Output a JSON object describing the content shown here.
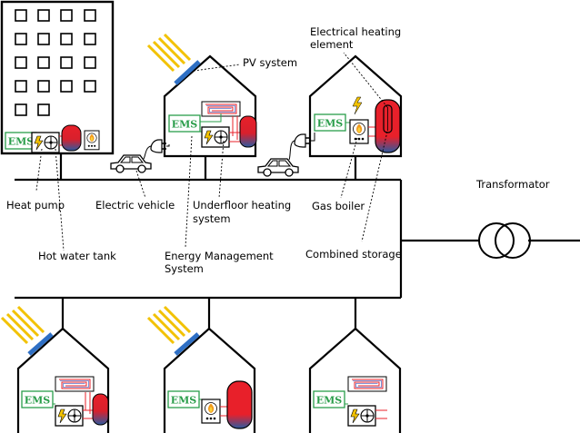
{
  "labels": {
    "pv_system": "PV system",
    "electrical_heating_element_1": "Electrical heating",
    "electrical_heating_element_2": "element",
    "heat_pump": "Heat pump",
    "electric_vehicle": "Electric vehicle",
    "underfloor_1": "Underfloor heating",
    "underfloor_2": "system",
    "gas_boiler": "Gas boiler",
    "transformator": "Transformator",
    "hot_water_tank": "Hot water tank",
    "ems_1": "Energy Management",
    "ems_2": "System",
    "combined_storage": "Combined storage"
  },
  "ems_badge": "EMS",
  "colors": {
    "ems_green": "#2a9d4a",
    "tank_red": "#e8202a",
    "tank_blue": "#2c5aa0",
    "pv_blue": "#2e6fc4",
    "sun_yellow": "#f2c200",
    "boiler_orange": "#f29a1c",
    "pipe_red": "#e8202a",
    "pipe_blue": "#2c5aa0"
  },
  "icons": [
    "sun-rays-icon",
    "pv-panel-icon",
    "lightning-bolt-icon",
    "fan-icon",
    "plug-icon",
    "car-icon",
    "flame-icon",
    "transformer-icon"
  ]
}
